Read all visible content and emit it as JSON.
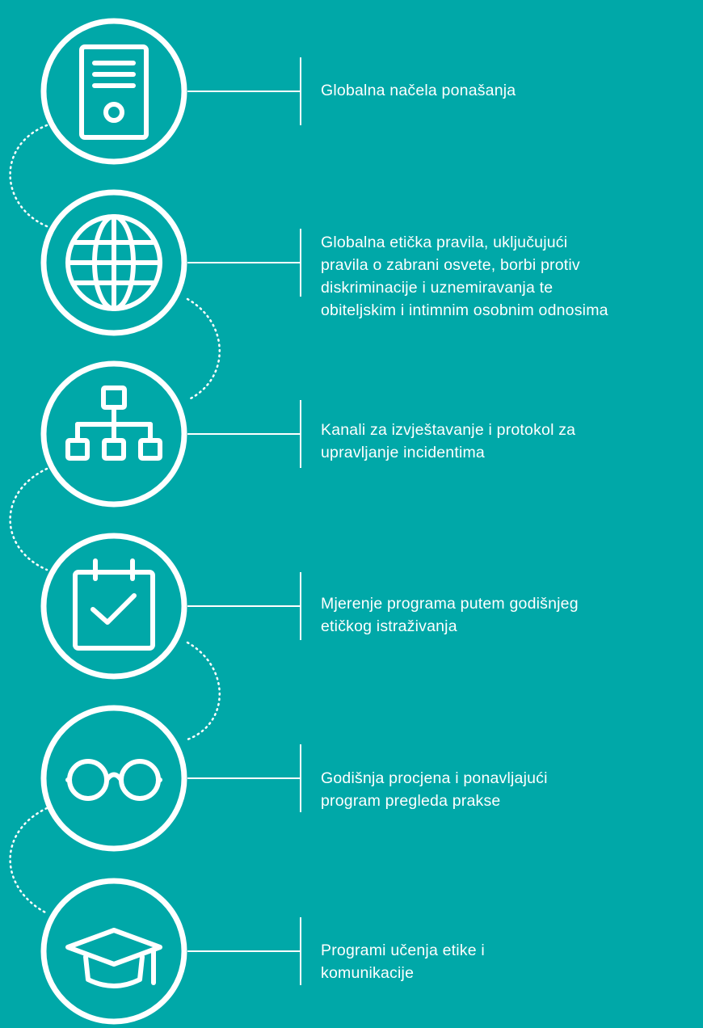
{
  "accent_color": "#00a8a8",
  "line_color": "#ffffff",
  "steps": [
    {
      "icon": "document-certificate-icon",
      "label": "Globalna načela ponašanja"
    },
    {
      "icon": "globe-icon",
      "label": "Globalna etička pravila, uključujući\npravila o zabrani osvete, borbi protiv\ndiskriminacije i uznemiravanja te\nobiteljskim i intimnim osobnim odnosima"
    },
    {
      "icon": "org-chart-icon",
      "label": "Kanali za izvještavanje i protokol za\nupravljanje incidentima"
    },
    {
      "icon": "calendar-check-icon",
      "label": "Mjerenje programa putem godišnjeg\netičkog istraživanja"
    },
    {
      "icon": "glasses-icon",
      "label": "Godišnja procjena i ponavljajući\nprogram pregleda prakse"
    },
    {
      "icon": "graduation-cap-icon",
      "label": "Programi učenja etike i\nkomunikacije"
    }
  ]
}
